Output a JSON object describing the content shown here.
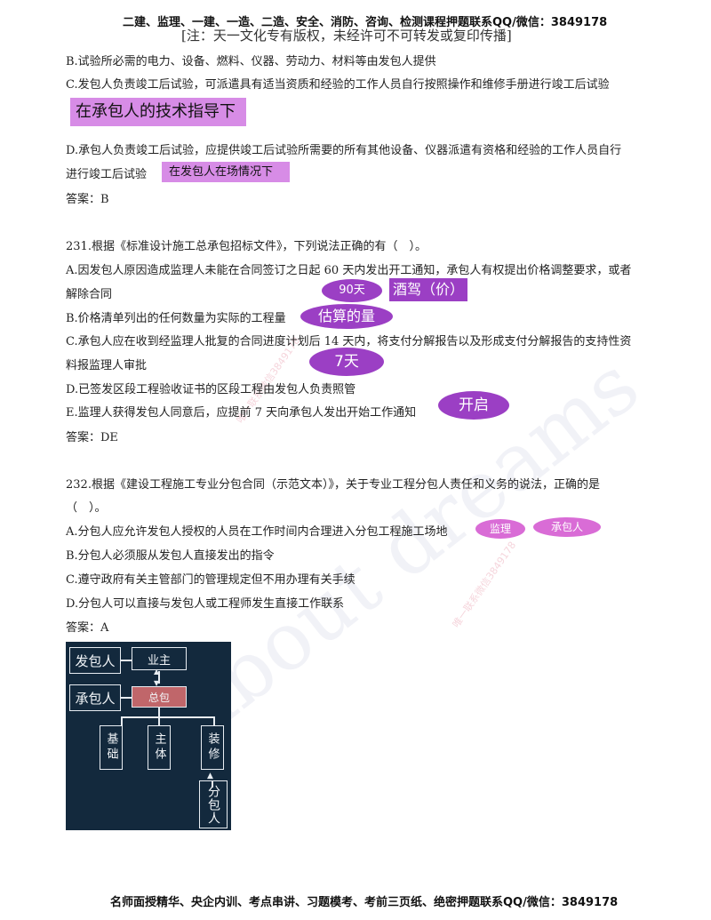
{
  "header": {
    "top": "二建、监理、一建、一造、二造、安全、消防、咨询、检测课程押题联系QQ/微信：3849178",
    "note": "[注：天一文化专有版权，未经许可不可转发或复印传播]"
  },
  "q230": {
    "optB": "B.试验所必需的电力、设备、燃料、仪器、劳动力、材料等由发包人提供",
    "optC": "C.发包人负责竣工后试验，可派遣具有适当资质和经验的工作人员自行按照操作和维修手册进行竣工后试验",
    "annC": "在承包人的技术指导下",
    "optD1": "D.承包人负责竣工后试验，应提供竣工后试验所需要的所有其他设备、仪器派遣有资格和经验的工作人员自行",
    "optD2": "进行竣工后试验",
    "annD": "在发包人在场情况下",
    "answer": "答案：B"
  },
  "q231": {
    "stem": "231.根据《标准设计施工总承包招标文件》，下列说法正确的有（　）。",
    "optA1": "A.因发包人原因造成监理人未能在合同签订之日起 60 天内发出开工通知，承包人有权提出价格调整要求，或者",
    "optA2": "解除合同",
    "annA1": "90天",
    "annA2": "酒驾（价）",
    "optB": "B.价格清单列出的任何数量为实际的工程量",
    "annB": "估算的量",
    "optC1": "C.承包人应在收到经监理人批复的合同进度计划后 14 天内，将支付分解报告以及形成支付分解报告的支持性资",
    "optC2": "料报监理人审批",
    "annC": "7天",
    "optD": "D.已签发区段工程验收证书的区段工程由发包人负责照管",
    "optE": "E.监理人获得发包人同意后，应提前 7 天向承包人发出开始工作通知",
    "annE": "开启",
    "answer": "答案：DE"
  },
  "q232": {
    "stem1": "232.根据《建设工程施工专业分包合同（示范文本）》，关于专业工程分包人责任和义务的说法，正确的是",
    "stem2": "（　）。",
    "optA": "A.分包人应允许发包人授权的人员在工作时间内合理进入分包工程施工场地",
    "annA1": "监理",
    "annA2": "承包人",
    "optB": "B.分包人必须服从发包人直接发出的指令",
    "optC": "C.遵守政府有关主管部门的管理规定但不用办理有关手续",
    "optD": "D.分包人可以直接与发包人或工程师发生直接工作联系",
    "answer": "答案：A"
  },
  "diagram": {
    "faburen": "发包人",
    "yezhu": "业主",
    "chengbaoren": "承包人",
    "zongbao": "总包",
    "jichu": "基础",
    "zhuti": "主体",
    "zhuangxiu": "装修",
    "fenbaoren": "分包人",
    "colors": {
      "bg": "#13293d",
      "zongbao": "#c0666a"
    }
  },
  "watermark": {
    "main": "All about dreams",
    "stamp": "唯一联系微信3849178"
  },
  "footer": "名师面授精华、央企内训、考点串讲、习题模考、考前三页纸、绝密押题联系QQ/微信：3849178",
  "colors": {
    "highlight_rect": "#d78ce6",
    "highlight_oval": "#9b3fc4"
  }
}
